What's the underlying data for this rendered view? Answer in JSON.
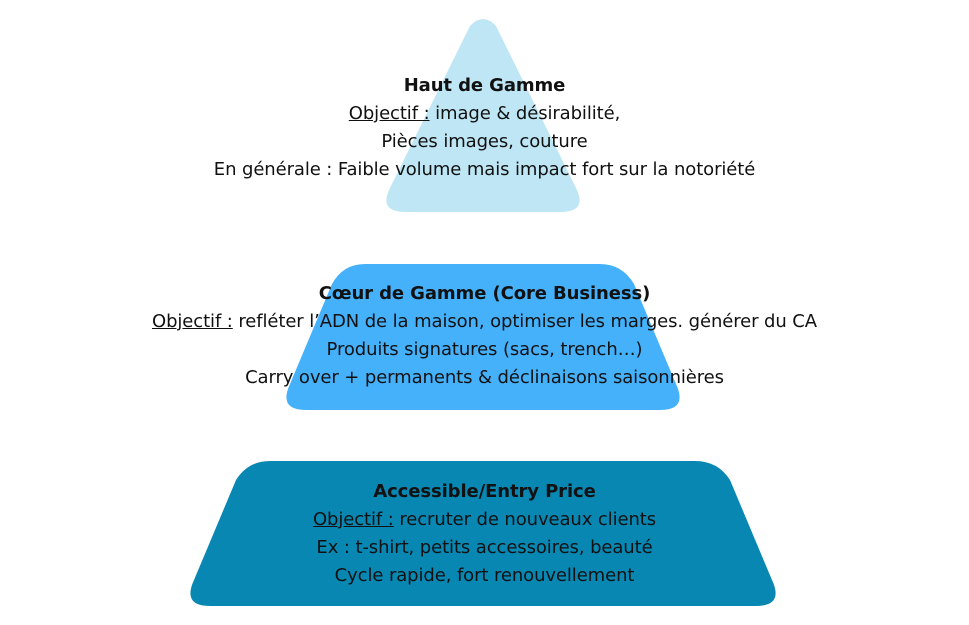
{
  "colors": {
    "top": "#bee6f4",
    "middle": "#45b1fb",
    "bottom": "#0887b3"
  },
  "tiers": [
    {
      "title": "Haut de Gamme",
      "objective_label": "Objectif :",
      "objective_text": " image & désirabilité,",
      "lines": [
        "Pièces images, couture",
        "En générale : Faible volume mais impact fort sur la notoriété"
      ]
    },
    {
      "title": "Cœur de Gamme (Core Business)",
      "objective_label": "Objectif :",
      "objective_text": " refléter l’ADN de la maison, optimiser les marges. générer du CA",
      "lines": [
        "Produits signatures (sacs, trench…)",
        "Carry over + permanents &  déclinaisons saisonnières"
      ]
    },
    {
      "title": "Accessible/Entry Price",
      "objective_label": "Objectif :",
      "objective_text": " recruter de nouveaux clients",
      "lines": [
        "Ex : t-shirt, petits accessoires, beauté",
        "Cycle rapide, fort renouvellement"
      ]
    }
  ]
}
